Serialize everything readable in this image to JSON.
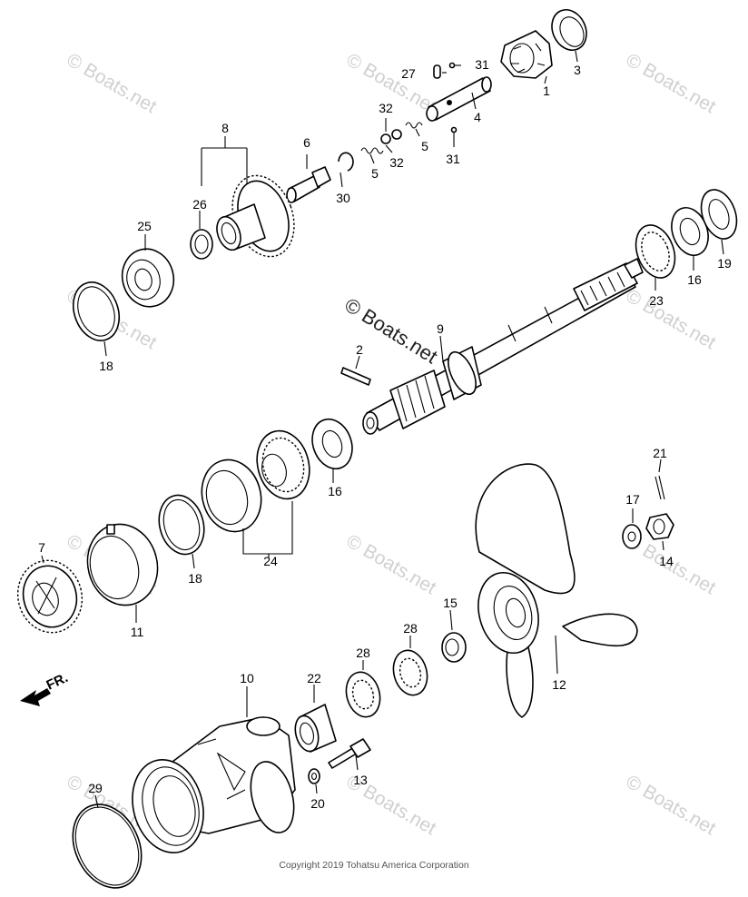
{
  "watermark": "© Boats.net",
  "copyright": "Copyright 2019 Tohatsu America Corporation",
  "direction_label": "FR.",
  "callouts": [
    "1",
    "2",
    "3",
    "4",
    "5",
    "5",
    "6",
    "7",
    "8",
    "9",
    "10",
    "11",
    "12",
    "13",
    "14",
    "15",
    "16",
    "16",
    "17",
    "18",
    "18",
    "19",
    "20",
    "21",
    "22",
    "23",
    "24",
    "25",
    "26",
    "27",
    "28",
    "28",
    "29",
    "30",
    "31",
    "31",
    "32",
    "32"
  ]
}
